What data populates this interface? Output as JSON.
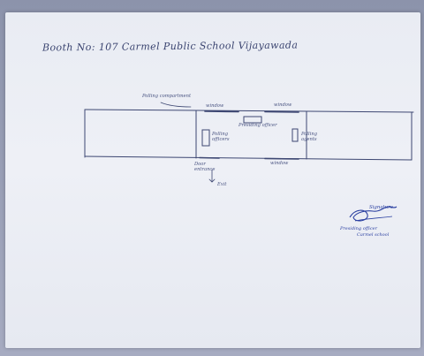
{
  "document": {
    "title": "Booth No: 107  Carmel Public School Vijayawada",
    "labels": {
      "polling_compartment": "Polling compartment",
      "window_left": "window",
      "window_right": "window",
      "presiding_officer": "Presiding officer",
      "polling_officers": "Polling officers",
      "polling_agents": "Polling agents",
      "door": "Door entrance",
      "exit": "Exit",
      "window_bottom": "window"
    },
    "signature": {
      "name": "Signature",
      "stamp_line1": "Presiding officer",
      "stamp_line2": "Carmel school"
    }
  },
  "colors": {
    "ink": "#3a4470",
    "signature_ink": "#2a3fa0",
    "paper": "#eceff5"
  }
}
